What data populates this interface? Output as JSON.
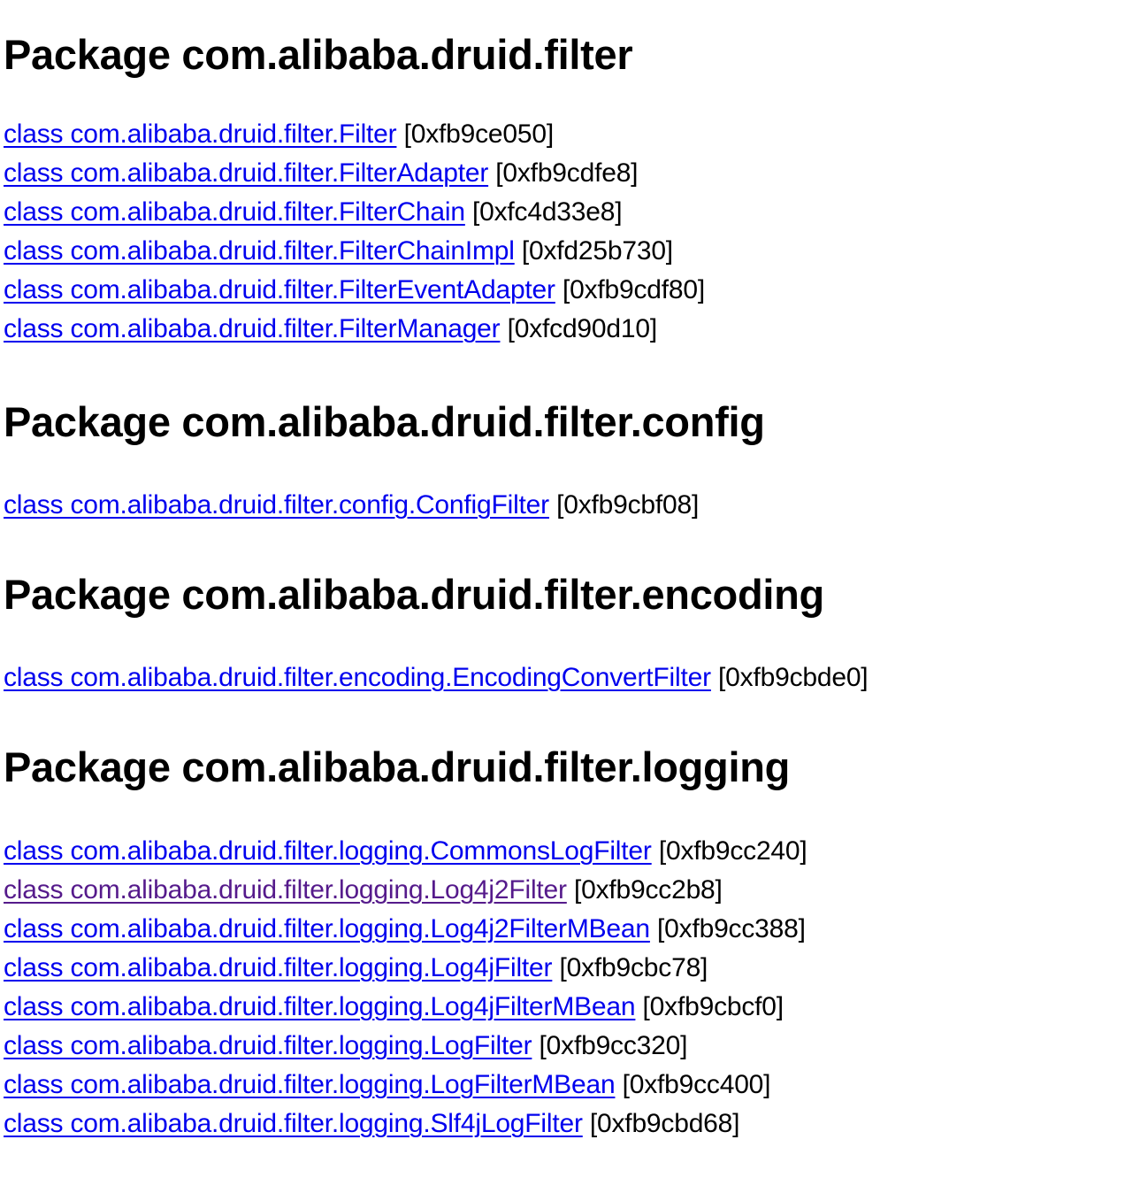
{
  "colors": {
    "link": "#0000ee",
    "visited_link": "#551a8b",
    "text": "#000000",
    "background": "#ffffff"
  },
  "sections": [
    {
      "heading": "Package com.alibaba.druid.filter",
      "classes": [
        {
          "link": "class com.alibaba.druid.filter.Filter",
          "addr": "[0xfb9ce050]"
        },
        {
          "link": "class com.alibaba.druid.filter.FilterAdapter",
          "addr": "[0xfb9cdfe8]"
        },
        {
          "link": "class com.alibaba.druid.filter.FilterChain",
          "addr": "[0xfc4d33e8]"
        },
        {
          "link": "class com.alibaba.druid.filter.FilterChainImpl",
          "addr": "[0xfd25b730]"
        },
        {
          "link": "class com.alibaba.druid.filter.FilterEventAdapter",
          "addr": "[0xfb9cdf80]"
        },
        {
          "link": "class com.alibaba.druid.filter.FilterManager",
          "addr": "[0xfcd90d10]"
        }
      ]
    },
    {
      "heading": "Package com.alibaba.druid.filter.config",
      "classes": [
        {
          "link": "class com.alibaba.druid.filter.config.ConfigFilter",
          "addr": "[0xfb9cbf08]"
        }
      ]
    },
    {
      "heading": "Package com.alibaba.druid.filter.encoding",
      "classes": [
        {
          "link": "class com.alibaba.druid.filter.encoding.EncodingConvertFilter",
          "addr": "[0xfb9cbde0]"
        }
      ]
    },
    {
      "heading": "Package com.alibaba.druid.filter.logging",
      "classes": [
        {
          "link": "class com.alibaba.druid.filter.logging.CommonsLogFilter",
          "addr": "[0xfb9cc240]"
        },
        {
          "link": "class com.alibaba.druid.filter.logging.Log4j2Filter",
          "addr": "[0xfb9cc2b8]",
          "visited": true
        },
        {
          "link": "class com.alibaba.druid.filter.logging.Log4j2FilterMBean",
          "addr": "[0xfb9cc388]"
        },
        {
          "link": "class com.alibaba.druid.filter.logging.Log4jFilter",
          "addr": "[0xfb9cbc78]"
        },
        {
          "link": "class com.alibaba.druid.filter.logging.Log4jFilterMBean",
          "addr": "[0xfb9cbcf0]"
        },
        {
          "link": "class com.alibaba.druid.filter.logging.LogFilter",
          "addr": "[0xfb9cc320]"
        },
        {
          "link": "class com.alibaba.druid.filter.logging.LogFilterMBean",
          "addr": "[0xfb9cc400]"
        },
        {
          "link": "class com.alibaba.druid.filter.logging.Slf4jLogFilter",
          "addr": "[0xfb9cbd68]"
        }
      ]
    }
  ]
}
